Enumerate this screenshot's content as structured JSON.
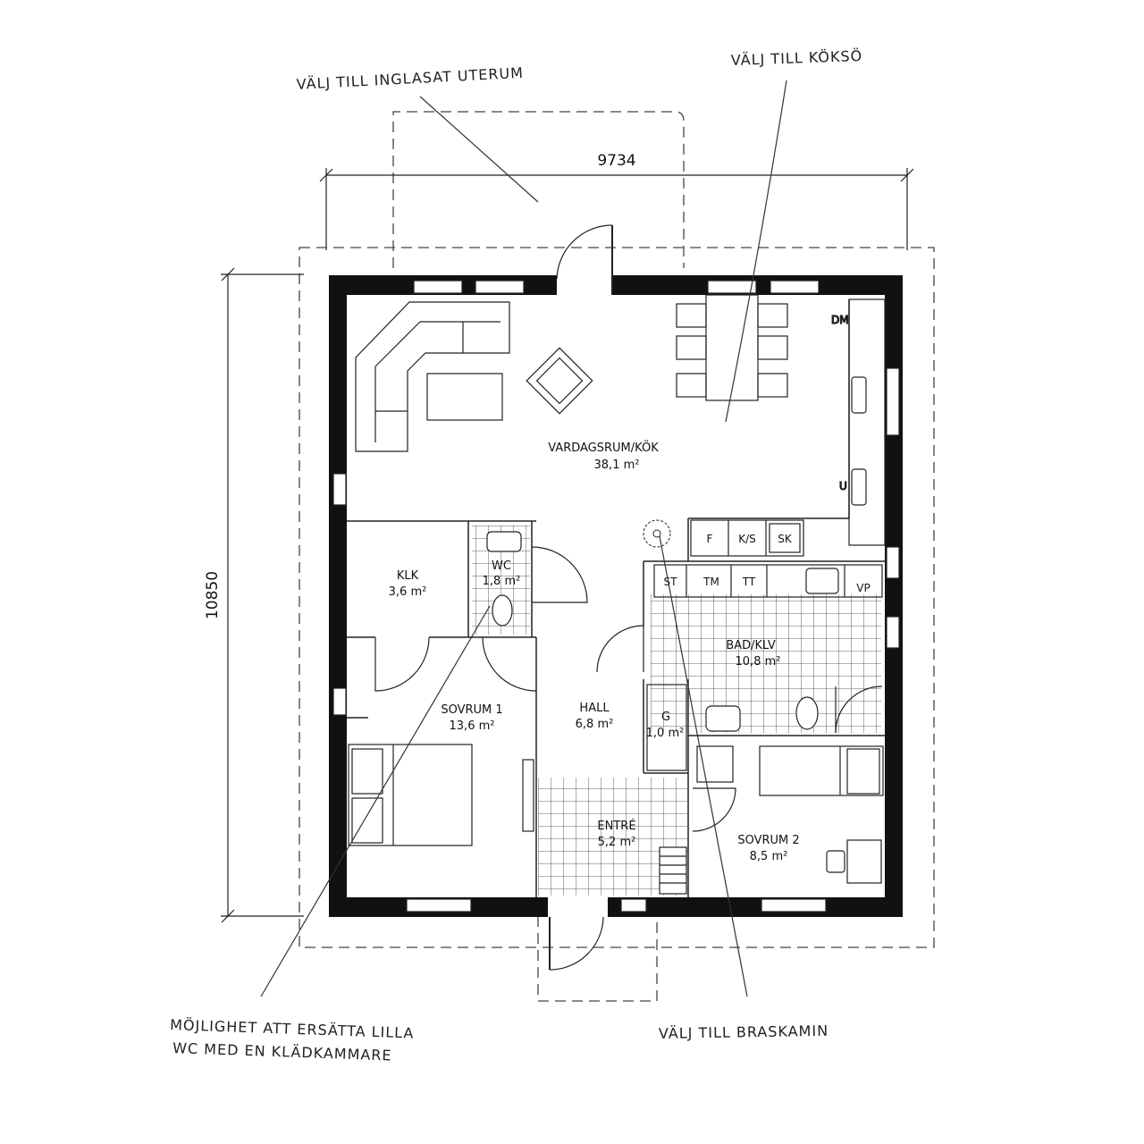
{
  "dimensions": {
    "width": "9734",
    "height": "10850"
  },
  "rooms": {
    "living": {
      "name": "VARDAGSRUM/KÖK",
      "area": "38,1 m²"
    },
    "klk": {
      "name": "KLK",
      "area": "3,6 m²"
    },
    "wc": {
      "name": "WC",
      "area": "1,8 m²"
    },
    "bad": {
      "name": "BAD/KLV",
      "area": "10,8 m²"
    },
    "bed1": {
      "name": "SOVRUM 1",
      "area": "13,6 m²"
    },
    "hall": {
      "name": "HALL",
      "area": "6,8 m²"
    },
    "g": {
      "name": "G",
      "area": "1,0 m²"
    },
    "entre": {
      "name": "ENTRÉ",
      "area": "5,2 m²"
    },
    "bed2": {
      "name": "SOVRUM 2",
      "area": "8,5 m²"
    }
  },
  "fixtures": {
    "dm": "DM",
    "f": "F",
    "ks": "K/S",
    "sk": "SK",
    "st": "ST",
    "tm": "TM",
    "tt": "TT",
    "vp": "VP"
  },
  "notes": {
    "uterum": "VÄLJ TILL INGLASAT UTERUM",
    "koksoe": "VÄLJ TILL KÖKSÖ",
    "wc_line1": "MÖJLIGHET ATT ERSÄTTA LILLA",
    "wc_line2": "WC MED EN KLÄDKAMMARE",
    "braskamin": "VÄLJ TILL BRASKAMIN"
  }
}
